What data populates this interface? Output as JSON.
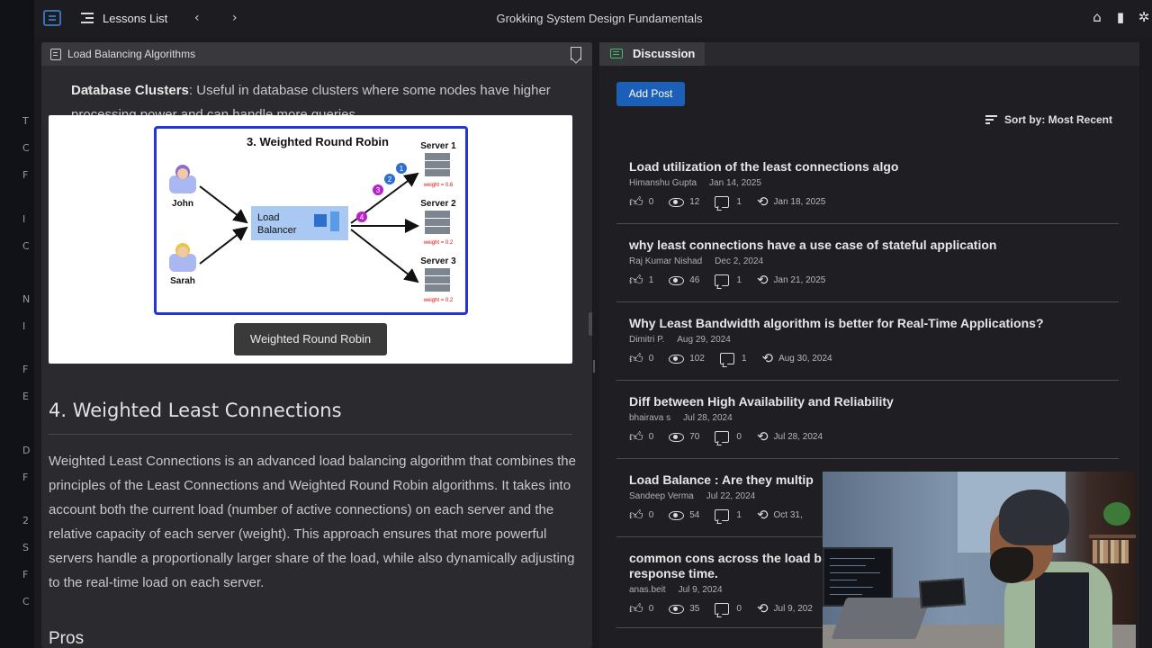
{
  "outer_strip_letters": [
    "T",
    "C",
    "F",
    "I",
    "C",
    "N",
    "I",
    "F",
    "E",
    "D",
    "F",
    "2",
    "S",
    "F",
    "C"
  ],
  "topbar": {
    "lessons_label": "Lessons List",
    "prev_icon": "chevron-left-icon",
    "next_icon": "chevron-right-icon",
    "course_title": "Grokking System Design Fundamentals",
    "right_icons": [
      "home-icon",
      "bookmarks-icon",
      "settings-icon"
    ]
  },
  "lesson": {
    "title": "Load Balancing Algorithms",
    "bullet_bold": "Database Clusters",
    "bullet_text": ": Useful in database clusters where some nodes have higher processing power and can handle more queries.",
    "figure": {
      "diagram_title": "3. Weighted Round Robin",
      "clients": [
        "John",
        "Sarah"
      ],
      "balancer_label_line1": "Load",
      "balancer_label_line2": "Balancer",
      "servers": [
        {
          "name": "Server 1",
          "weight": "weight = 0.6"
        },
        {
          "name": "Server 2",
          "weight": "weight = 0.2"
        },
        {
          "name": "Server 3",
          "weight": "weight = 0.2"
        }
      ],
      "request_numbers": [
        "1",
        "2",
        "3",
        "4"
      ],
      "caption": "Weighted Round Robin"
    },
    "heading": "4. Weighted Least Connections",
    "paragraph": "Weighted Least Connections is an advanced load balancing algorithm that combines the principles of the Least Connections and Weighted Round Robin algorithms. It takes into account both the current load (number of active connections) on each server and the relative capacity of each server (weight). This approach ensures that more powerful servers handle a proportionally larger share of the load, while also dynamically adjusting to the real-time load on each server.",
    "next_heading": "Pros"
  },
  "discussion": {
    "tab_label": "Discussion",
    "add_post_label": "Add Post",
    "sort_label": "Sort by: Most Recent",
    "posts": [
      {
        "title": "Load utilization of the least connections algo",
        "author": "Himanshu Gupta",
        "date": "Jan 14, 2025",
        "likes": "0",
        "views": "12",
        "comments": "1",
        "last_activity": "Jan 18, 2025"
      },
      {
        "title": "why least connections have a use case of stateful application",
        "author": "Raj Kumar Nishad",
        "date": "Dec 2, 2024",
        "likes": "1",
        "views": "46",
        "comments": "1",
        "last_activity": "Jan 21, 2025"
      },
      {
        "title": "Why Least Bandwidth algorithm is better for Real-Time Applications?",
        "author": "Dimitri P.",
        "date": "Aug 29, 2024",
        "likes": "0",
        "views": "102",
        "comments": "1",
        "last_activity": "Aug 30, 2024"
      },
      {
        "title": "Diff between High Availability and Reliability",
        "author": "bhairava s",
        "date": "Jul 28, 2024",
        "likes": "0",
        "views": "70",
        "comments": "0",
        "last_activity": "Jul 28, 2024"
      },
      {
        "title": "Load Balance : Are they multip",
        "author": "Sandeep Verma",
        "date": "Jul 22, 2024",
        "likes": "0",
        "views": "54",
        "comments": "1",
        "last_activity": "Oct 31,"
      },
      {
        "title": "common cons across the load b",
        "title2": "response time.",
        "author": "anas.beit",
        "date": "Jul 9, 2024",
        "likes": "0",
        "views": "35",
        "comments": "0",
        "last_activity": "Jul 9, 202"
      }
    ]
  }
}
